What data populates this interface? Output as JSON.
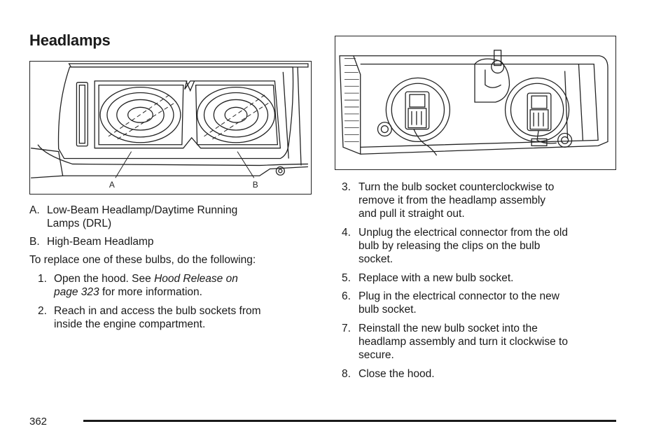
{
  "heading": "Headlamps",
  "figure_left": {
    "callout_a": "A",
    "callout_b": "B"
  },
  "legend": {
    "a_num": "A.",
    "a_line1": "Low-Beam Headlamp/Daytime Running",
    "a_line2": "Lamps (DRL)",
    "b_num": "B.",
    "b_line1": "High-Beam Headlamp"
  },
  "intro": "To replace one of these bulbs, do the following:",
  "steps": [
    {
      "num": "1.",
      "lines": [
        "Open the hood. See ",
        "Hood Release on",
        "page 323",
        " for more information."
      ]
    },
    {
      "num": "2.",
      "lines": [
        "Reach in and access the bulb sockets from",
        "inside the engine compartment."
      ]
    },
    {
      "num": "3.",
      "lines": [
        "Turn the bulb socket counterclockwise to",
        "remove it from the headlamp assembly",
        "and pull it straight out."
      ]
    },
    {
      "num": "4.",
      "lines": [
        "Unplug the electrical connector from the old",
        "bulb by releasing the clips on the bulb",
        "socket."
      ]
    },
    {
      "num": "5.",
      "lines": [
        "Replace with a new bulb socket."
      ]
    },
    {
      "num": "6.",
      "lines": [
        "Plug in the electrical connector to the new",
        "bulb socket."
      ]
    },
    {
      "num": "7.",
      "lines": [
        "Reinstall the new bulb socket into the",
        "headlamp assembly and turn it clockwise to",
        "secure."
      ]
    },
    {
      "num": "8.",
      "lines": [
        "Close the hood."
      ]
    }
  ],
  "footer": {
    "page_number": "362"
  }
}
